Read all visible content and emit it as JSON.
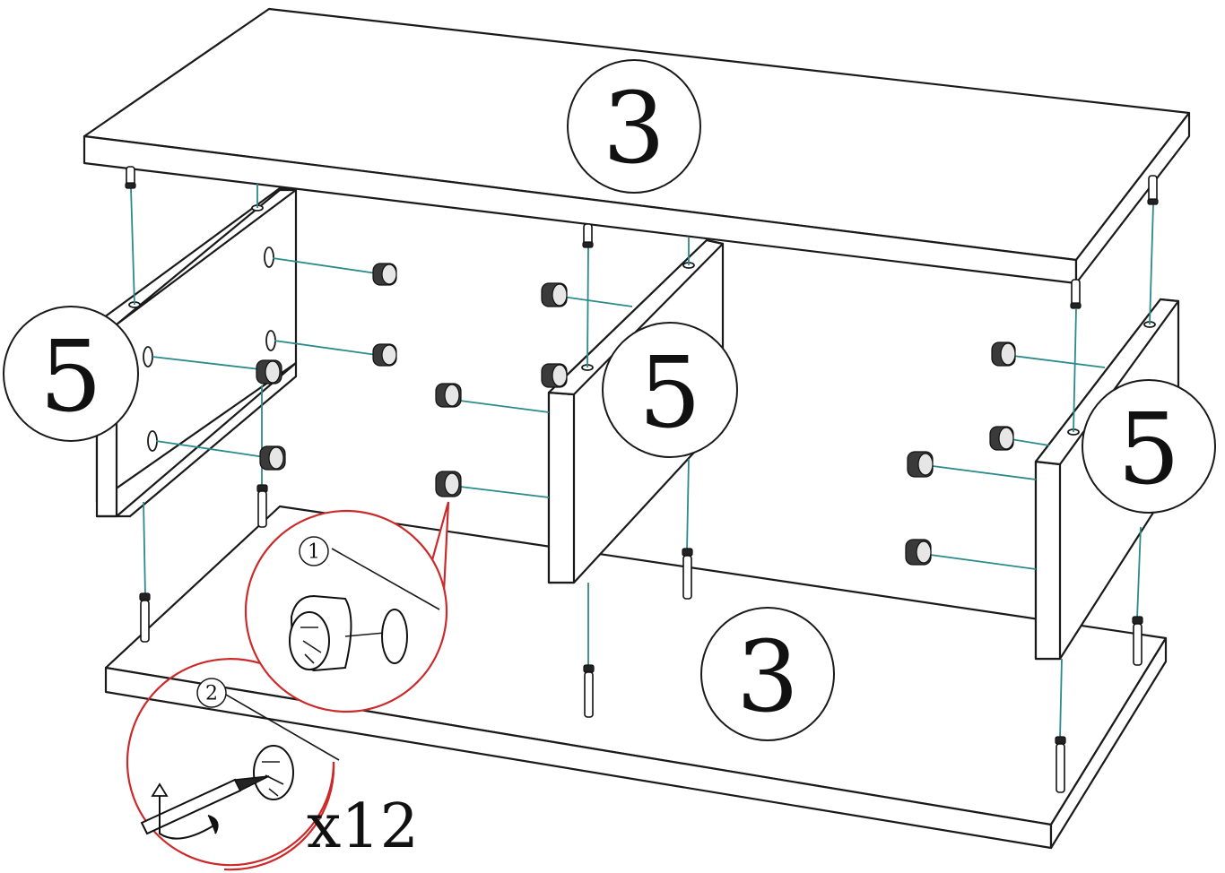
{
  "diagram": {
    "panel_labels": [
      {
        "id": "top-panel",
        "label": "3"
      },
      {
        "id": "left-side-panel",
        "label": "5"
      },
      {
        "id": "middle-divider-panel",
        "label": "5"
      },
      {
        "id": "right-side-panel",
        "label": "5"
      },
      {
        "id": "bottom-panel",
        "label": "3"
      }
    ],
    "detail_steps": [
      {
        "id": "step-1",
        "label": "1"
      },
      {
        "id": "step-2",
        "label": "2"
      }
    ],
    "quantity": "x12",
    "colors": {
      "outline": "#1a1a1a",
      "guide_line": "#2b8a8a",
      "detail_callout": "#cc2a2a"
    },
    "icons": [
      "cam-lock-fitting",
      "dowel-pin",
      "screwdriver",
      "rotate-arrow"
    ]
  }
}
